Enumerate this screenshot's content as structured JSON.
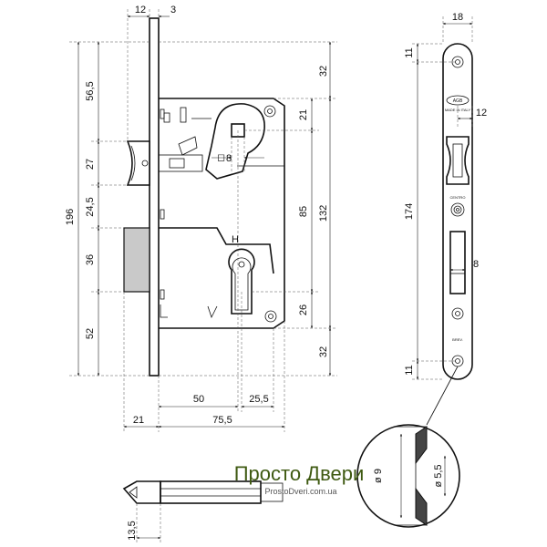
{
  "dimensions": {
    "front_thickness": "12",
    "plate_thickness": "3",
    "total_height": "196",
    "latch_from_top": "56,5",
    "latch_height": "27",
    "latch_to_bolt": "24,5",
    "bolt_height": "36",
    "bolt_to_bottom": "52",
    "top_margin": "32",
    "spindle_from_top": "21",
    "body_inner_height": "132",
    "spindle_to_key": "85",
    "key_to_bottom": "26",
    "bottom_margin": "32",
    "spindle_square": "8",
    "backset": "50",
    "key_offset": "25,5",
    "bolt_throw": "21",
    "body_depth": "75,5",
    "faceplate_width": "18",
    "screw_hole_top": "11",
    "faceplate_offset": "12",
    "screw_spacing": "174",
    "bolt_slot_width": "8",
    "screw_hole_bottom": "11",
    "detail_outer_diameter": "9",
    "detail_inner_diameter": "5,5",
    "key_length": "13,5"
  },
  "faceplate_text": {
    "brand": "AGB",
    "made_in": "MADE IN ITALY",
    "centro": "CENTRO",
    "brev": "BREV."
  },
  "watermark": {
    "title": "Просто Двери",
    "site": "ProstoDveri.com.ua"
  },
  "colors": {
    "line": "#111111",
    "watermark_green": "#3f5a12",
    "bolt_grey": "#c9c9c9"
  }
}
